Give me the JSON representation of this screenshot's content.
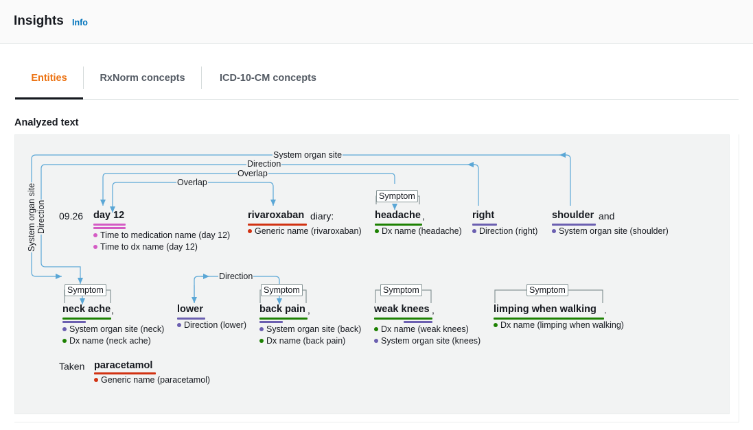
{
  "header": {
    "title": "Insights",
    "info_link": "Info"
  },
  "tabs": [
    {
      "label": "Entities",
      "active": true
    },
    {
      "label": "RxNorm concepts",
      "active": false
    },
    {
      "label": "ICD-10-CM concepts",
      "active": false
    }
  ],
  "analyzed": {
    "title": "Analyzed text",
    "plain_text": {
      "p1": "09.26",
      "p2": "diary:",
      "p3": ",",
      "p4": "and",
      "p5": ",",
      "p6": ",",
      "p7": ",",
      "p8": ".",
      "p9": "Taken"
    },
    "entities": {
      "day12": {
        "text": "day 12",
        "details": [
          "Time to medication name (day 12)",
          "Time to dx name (day 12)"
        ]
      },
      "rivaroxaban": {
        "text": "rivaroxaban",
        "details": [
          "Generic name (rivaroxaban)"
        ]
      },
      "headache": {
        "text": "headache",
        "details": [
          "Dx name (headache)"
        ]
      },
      "right": {
        "text": "right",
        "details": [
          "Direction (right)"
        ]
      },
      "shoulder": {
        "text": "shoulder",
        "details": [
          "System organ site (shoulder)"
        ]
      },
      "neckache": {
        "text": "neck ache",
        "details": [
          "System organ site (neck)",
          "Dx name (neck ache)"
        ]
      },
      "lower": {
        "text": "lower",
        "details": [
          "Direction (lower)"
        ]
      },
      "backpain": {
        "text": "back pain",
        "details": [
          "System organ site (back)",
          "Dx name (back pain)"
        ]
      },
      "weakknees": {
        "text": "weak knees",
        "details": [
          "Dx name (weak knees)",
          "System organ site (knees)"
        ]
      },
      "limping": {
        "text": "limping when walking",
        "details": [
          "Dx name (limping when walking)"
        ]
      },
      "paracetamol": {
        "text": "paracetamol",
        "details": [
          "Generic name (paracetamol)"
        ]
      }
    },
    "symptom_tag": "Symptom",
    "relations": {
      "system_organ_site": "System organ site",
      "direction": "Direction",
      "overlap": "Overlap"
    },
    "colors": {
      "time": "#d45bc4",
      "generic": "#d13212",
      "dx": "#1d8102",
      "site": "#6b5fb0",
      "direction": "#6b5fb0",
      "relation": "#5ba7d6"
    }
  }
}
